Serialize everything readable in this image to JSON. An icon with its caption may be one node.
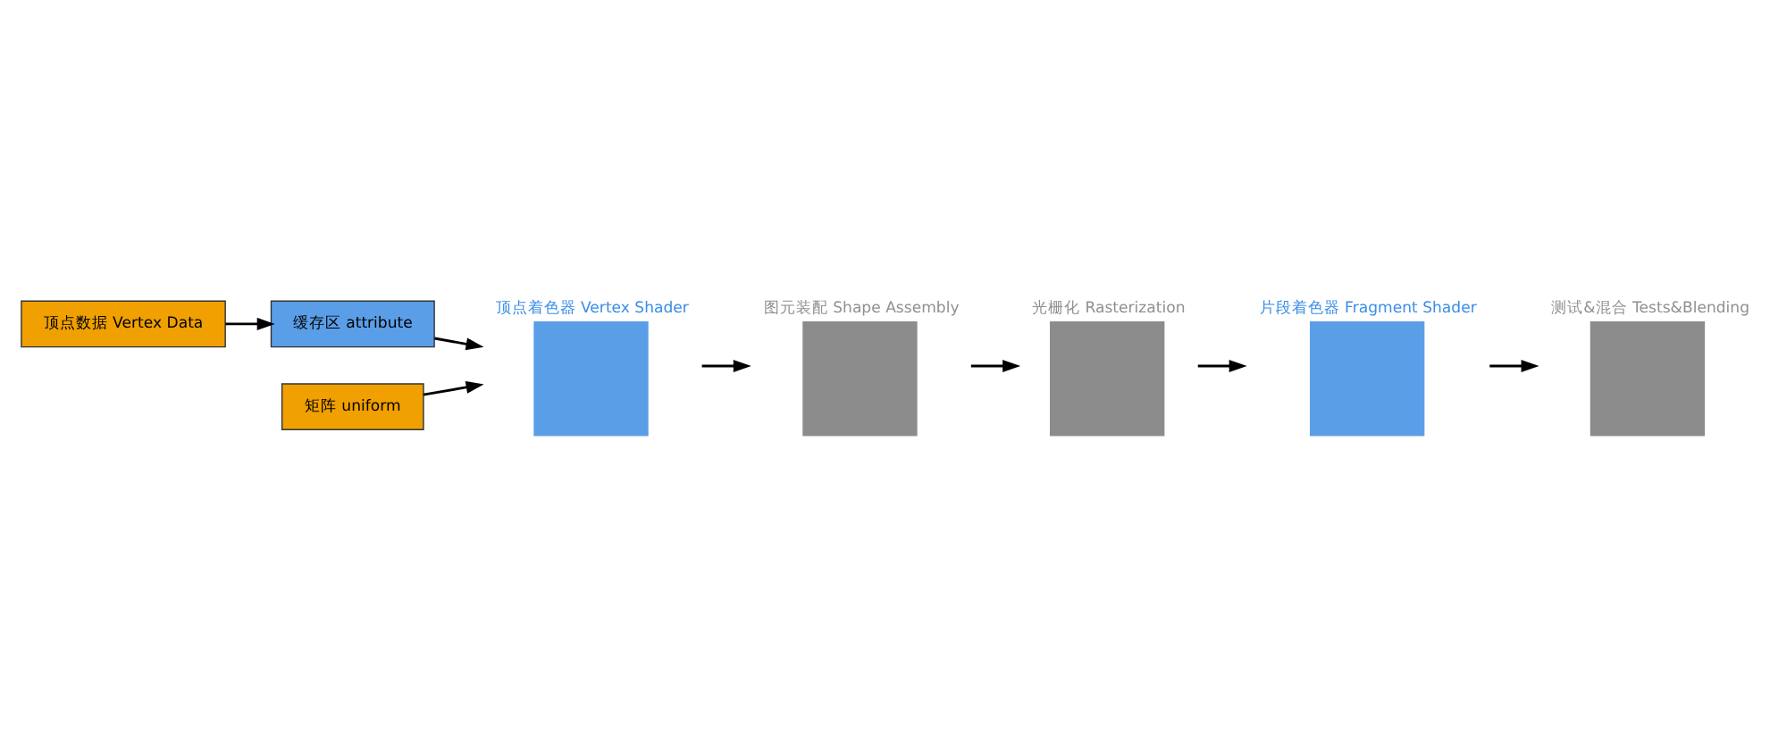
{
  "diagram": {
    "nodes": [
      {
        "text": [
          "顶点数据 Vertex Data"
        ]
      },
      {
        "text": [
          "缓存区 attribute"
        ]
      },
      {
        "text": [
          "矩阵 uniform"
        ]
      },
      {
        "text": [
          "顶点着色器 Vertex Shader"
        ]
      },
      {
        "text": [
          "图元装配 Shape Assembly"
        ]
      },
      {
        "text": [
          "光栅化 Rasterization"
        ]
      },
      {
        "text": [
          "片段着色器 Fragment Shader"
        ]
      },
      {
        "text": [
          "测试&混合 Tests&Blending"
        ]
      }
    ],
    "edges": [
      {
        "from": 0,
        "to": 1,
        "arrow": "to"
      },
      {
        "from": 1,
        "to": 3,
        "arrow": "to"
      },
      {
        "from": 2,
        "to": 3,
        "arrow": "to"
      },
      {
        "from": 3,
        "to": 4,
        "arrow": "to"
      },
      {
        "from": 4,
        "to": 5,
        "arrow": "to"
      },
      {
        "from": 5,
        "to": 6,
        "arrow": "to"
      },
      {
        "from": 6,
        "to": 7,
        "arrow": "to"
      }
    ]
  }
}
